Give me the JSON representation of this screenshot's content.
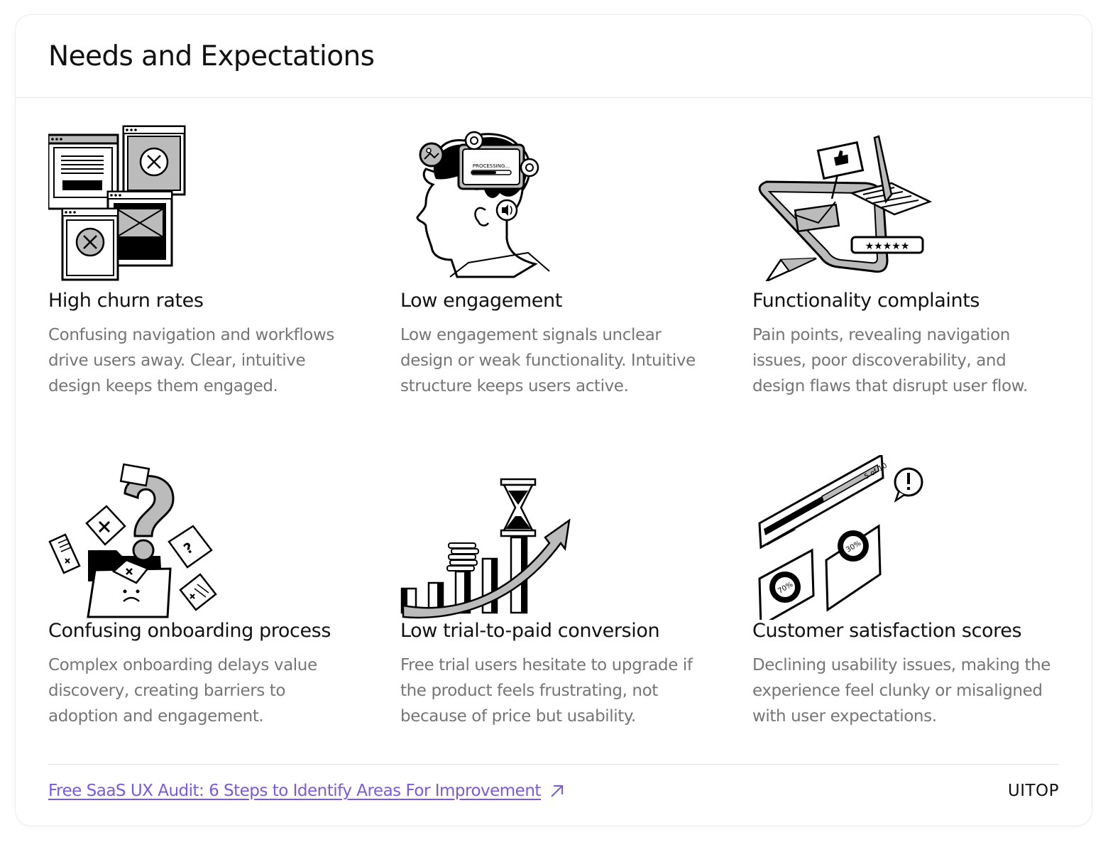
{
  "header": {
    "title": "Needs and Expectations"
  },
  "items": [
    {
      "title": "High churn rates",
      "description": "Confusing navigation and workflows drive users away. Clear, intuitive design keeps them engaged.",
      "icon": "broken-windows-illustration"
    },
    {
      "title": "Low engagement",
      "description": "Low engagement signals unclear design or weak functionality. Intuitive structure keeps users active.",
      "icon": "processing-head-illustration",
      "icon_text": "PROCESSING..."
    },
    {
      "title": "Functionality complaints",
      "description": "Pain points, revealing navigation issues, poor discoverability, and design flaws that disrupt user flow.",
      "icon": "phone-feedback-illustration"
    },
    {
      "title": "Confusing onboarding process",
      "description": "Complex onboarding delays value discovery, creating barriers to adoption and engagement.",
      "icon": "question-folder-illustration"
    },
    {
      "title": "Low trial-to-paid conversion",
      "description": "Free trial users hesitate to upgrade if the product feels frustrating, not because of price but usability.",
      "icon": "hourglass-growth-illustration"
    },
    {
      "title": "Customer satisfaction scores",
      "description": "Declining usability issues, making the experience feel clunky or misaligned with user expectations.",
      "icon": "score-dashboard-illustration",
      "icon_texts": [
        "5 of 10",
        "30%",
        "70%"
      ]
    }
  ],
  "footer": {
    "link_text": "Free SaaS UX Audit: 6 Steps to Identify Areas For Improvement",
    "link_icon": "arrow-up-right-icon",
    "brand": "UITOP"
  },
  "colors": {
    "link": "#7b57e6",
    "title": "#111111",
    "description": "#757575",
    "divider": "#e3e3e3"
  }
}
